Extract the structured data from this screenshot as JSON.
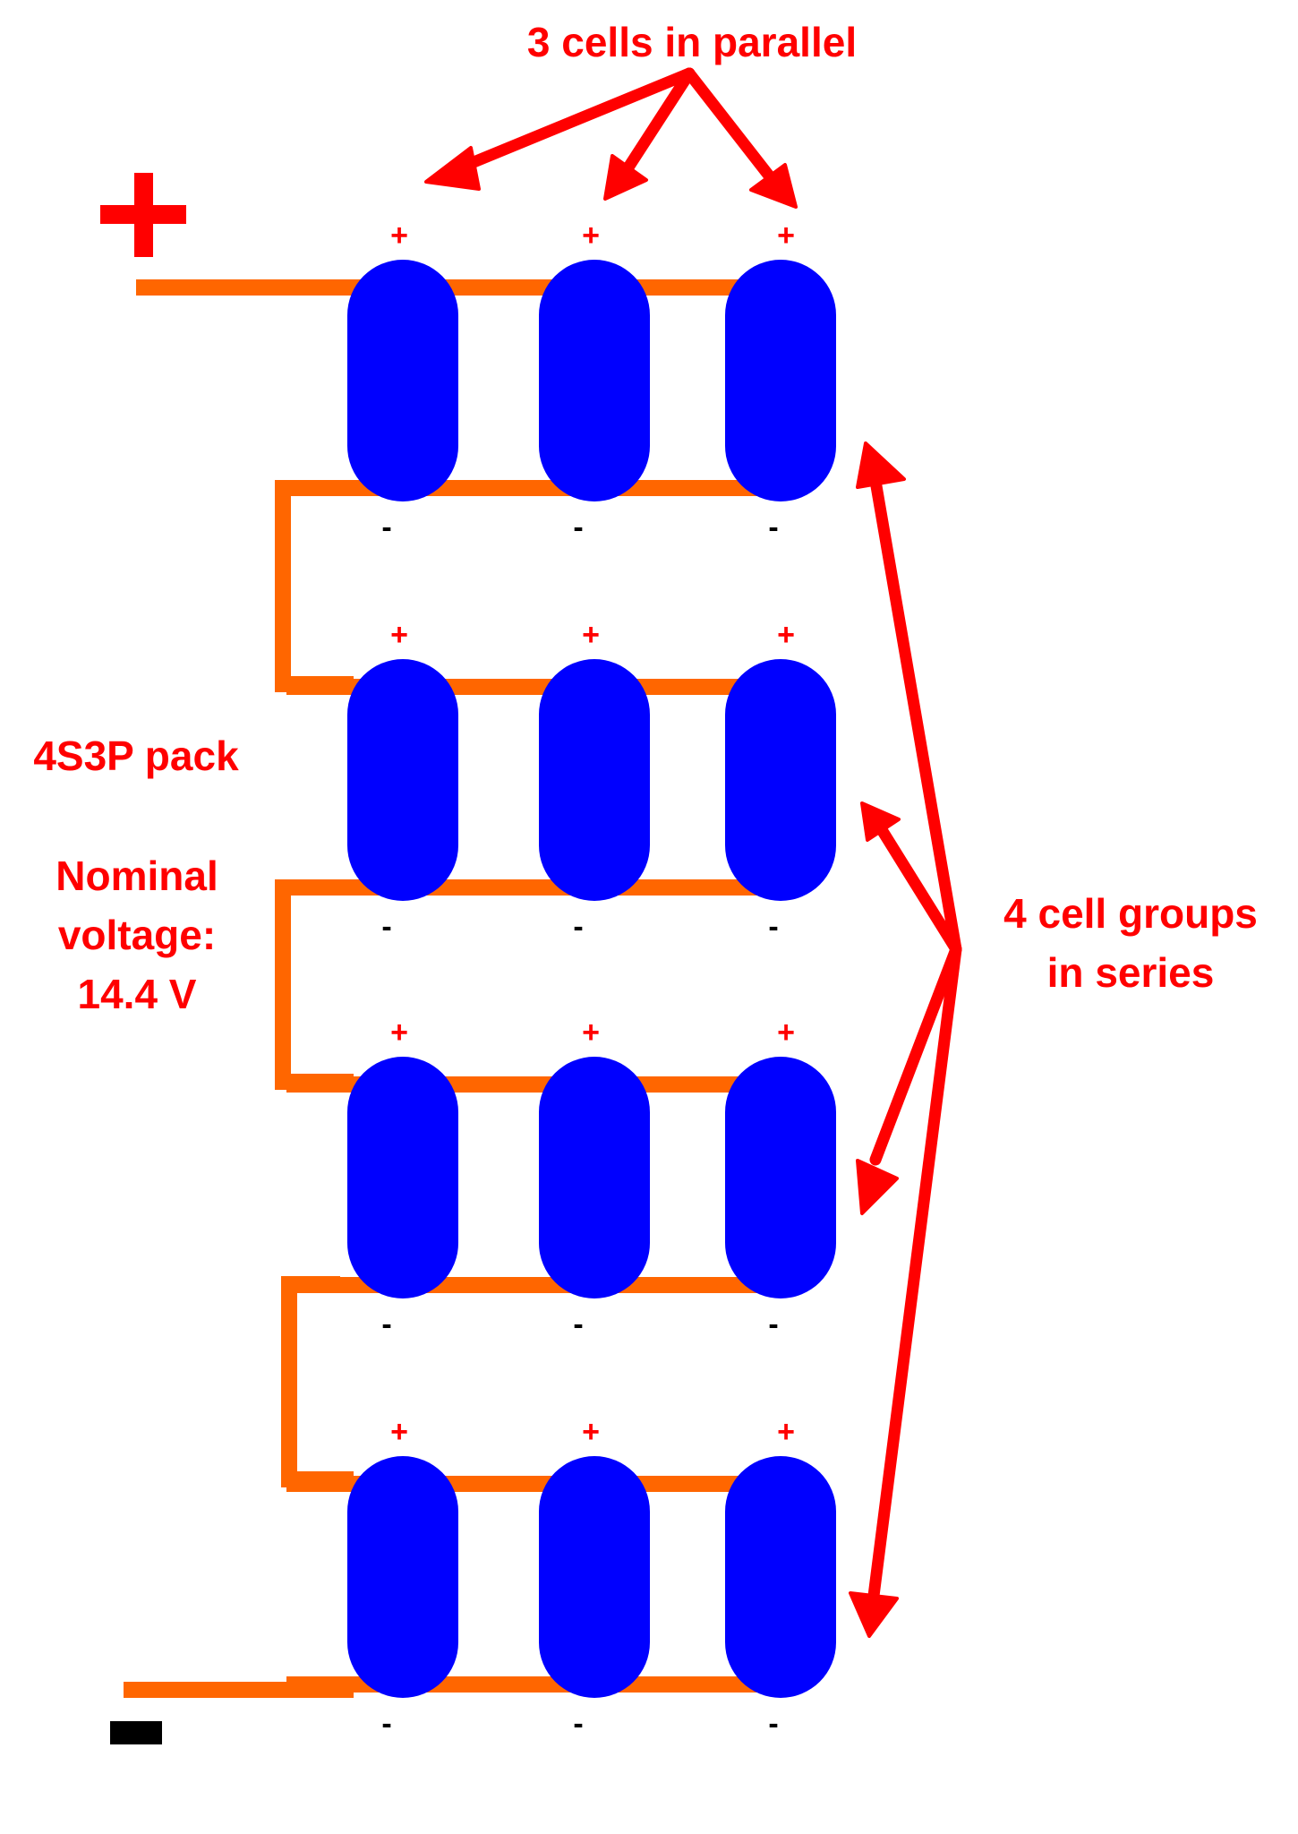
{
  "annotations": {
    "parallel": "3 cells in parallel",
    "series_line1": "4 cell groups",
    "series_line2": "in series",
    "pack_name": "4S3P pack",
    "voltage_line1": "Nominal",
    "voltage_line2": "voltage:",
    "voltage_line3": "14.4 V"
  },
  "terminals": {
    "positive_symbol": "+",
    "negative_symbol": "−"
  },
  "cell_labels": {
    "plus": "+",
    "minus": "-"
  },
  "pack": {
    "series_groups": 4,
    "cells_per_group": 3
  },
  "colors": {
    "cell": "#0000ff",
    "wire": "#ff6600",
    "annotation": "#ff0000",
    "negative_label": "#000000"
  }
}
